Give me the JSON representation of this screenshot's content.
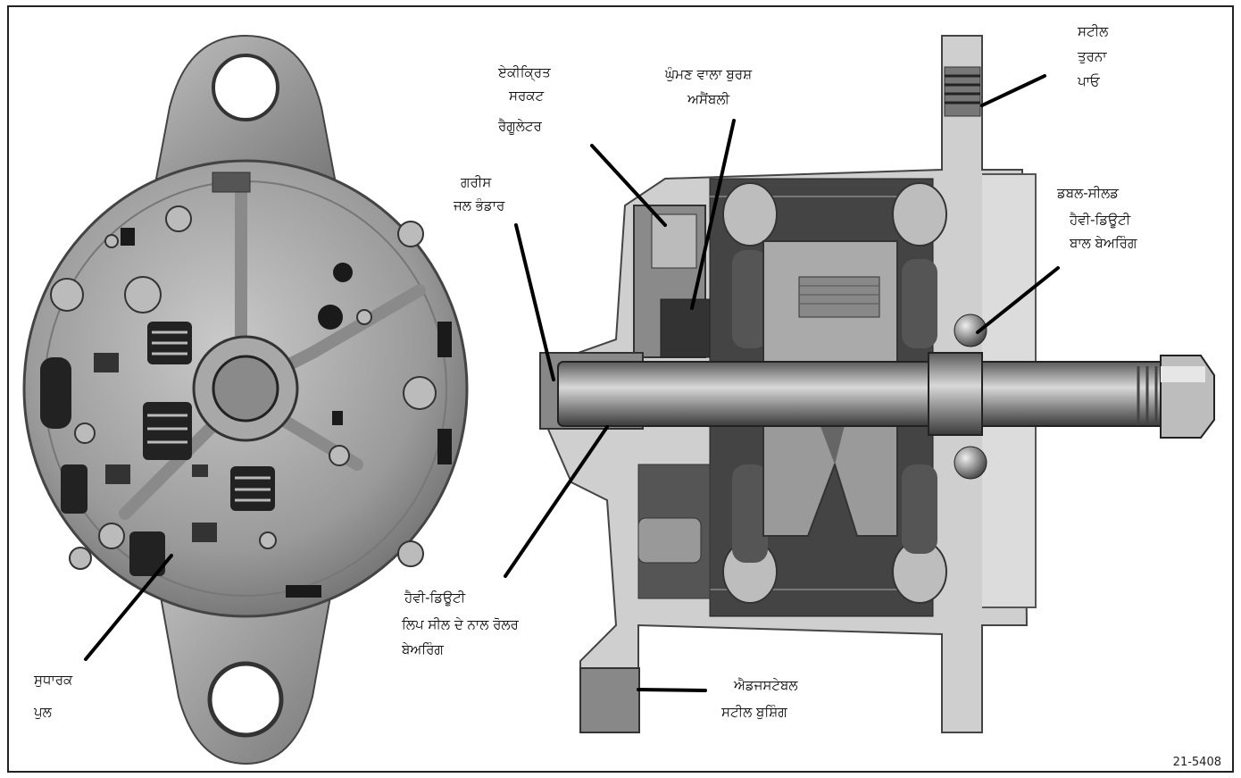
{
  "figure_id": "21-5408",
  "labels": {
    "steel_pulley": [
      "ਸਟੀਲ",
      "ਤੁਰਨਾ",
      "ਪਾਓ"
    ],
    "regulator": [
      "ਏਕੀਕ੍ਰਿਤ",
      "ਸਰਕਟ",
      "ਰੈਗੂਲੇਟਰ"
    ],
    "brush": [
      "ਘੁੰਮਣ ਵਾਲਾ ਬੁਰਸ਼",
      "ਅਸੈਂਬਲੀ"
    ],
    "grease": [
      "ਗਰੀਸ",
      "ਜਲ ਭੰਡਾਰ"
    ],
    "ball_bearing": [
      "ਡਬਲ-ਸੀਲਡ",
      "ਹੈਵੀ-ਡਿਊਟੀ",
      "ਬਾਲ ਬੇਅਰਿੰਗ"
    ],
    "roller_bearing": [
      "ਹੈਵੀ-ਡਿਊਟੀ",
      "ਲਿਪ ਸੀਲ ਦੇ ਨਾਲ ਰੋਲਰ",
      "ਬੇਅਰਿੰਗ"
    ],
    "rectifier": [
      "ਸੁਧਾਰਕ",
      "ਪੁਲ"
    ],
    "bushing": [
      "ਐਡਜਸਟੇਬਲ",
      "ਸਟੀਲ ਬੁਸ਼ਿੰਗ"
    ]
  }
}
